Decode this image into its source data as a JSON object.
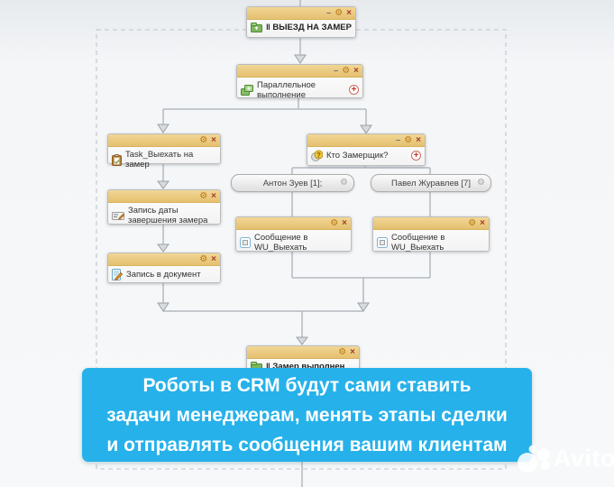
{
  "workflow": {
    "nodes": {
      "start": {
        "label": "‖ ВЫЕЗД НА ЗАМЕР"
      },
      "parallel": {
        "label": "Параллельное выполнение"
      },
      "task": {
        "label": "Task_Выехать на замер"
      },
      "record_date": {
        "label": "Запись даты завершения замера"
      },
      "record_doc": {
        "label": "Запись в документ"
      },
      "condition": {
        "label": "Кто Замерщик?"
      },
      "branch1": {
        "label": "Антон Зуев [1];"
      },
      "branch2": {
        "label": "Павел Журавлев [7]"
      },
      "message1": {
        "label": "Сообщение в WU_Выехать"
      },
      "message2": {
        "label": "Сообщение в WU_Выехать"
      },
      "end": {
        "label": "‖ Замер выполнен"
      }
    }
  },
  "icons": {
    "minimize": "–",
    "gear": "⚙",
    "close": "×",
    "add": "+"
  },
  "banner": {
    "color": "#27b1ea",
    "lines": [
      "Роботы в CRM будут сами ставить",
      "задачи менеджерам, менять этапы сделки",
      "и отправлять сообщения вашим клиентам"
    ]
  },
  "watermark": {
    "text": "Avito"
  },
  "colors": {
    "node_header": "#e9c878",
    "connector": "#b4bac0",
    "background": "#f4f6f8"
  }
}
